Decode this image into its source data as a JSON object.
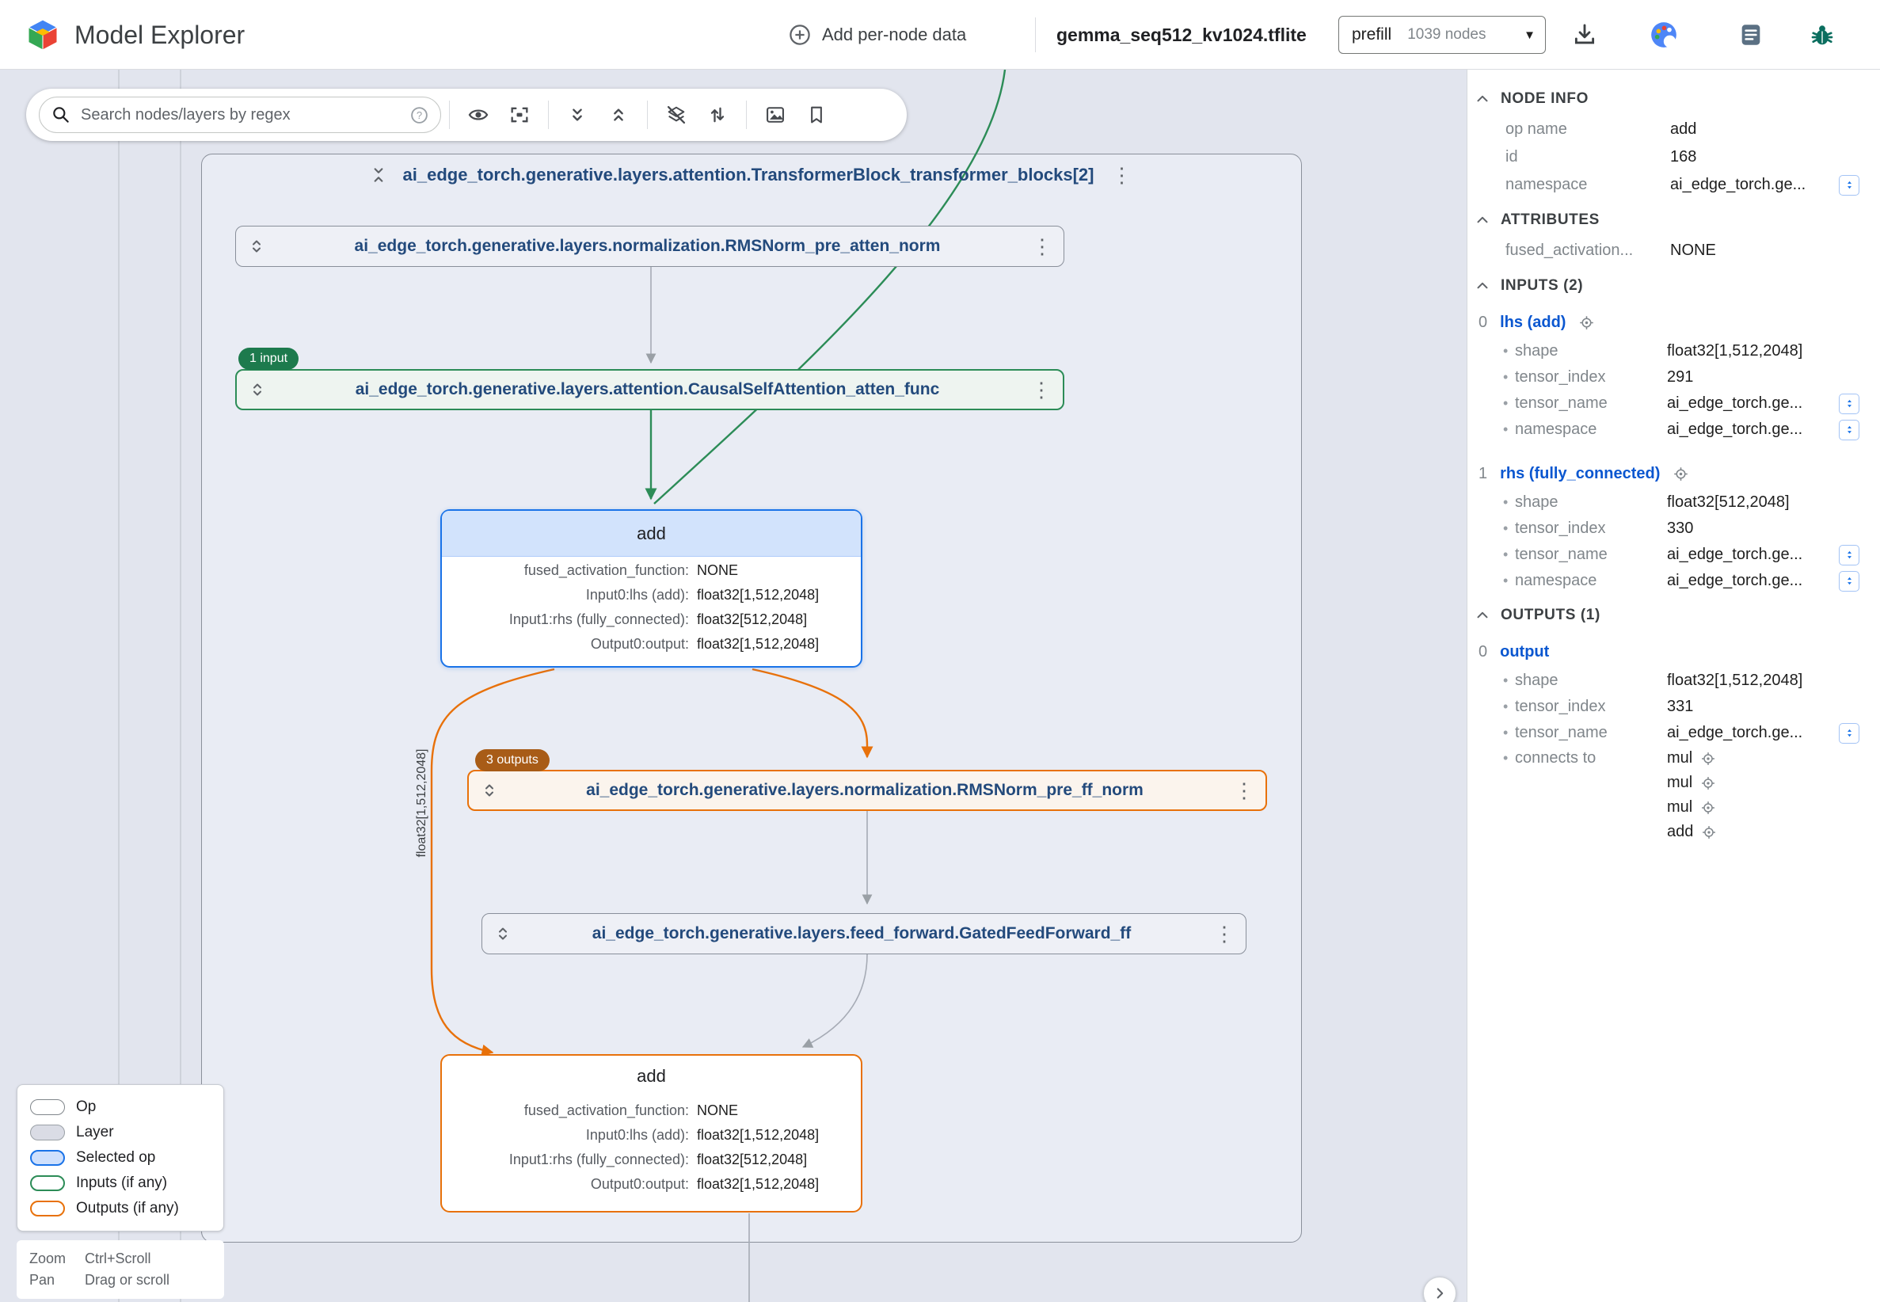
{
  "topbar": {
    "app_title": "Model Explorer",
    "add_per_node_data_label": "Add per-node data",
    "model_name": "gemma_seq512_kv1024.tflite",
    "graph_select": {
      "graph_label": "prefill",
      "nodes_label": "1039 nodes"
    }
  },
  "canvas_toolbar": {
    "search_placeholder": "Search nodes/layers by regex"
  },
  "graph": {
    "transformer_block_title": "ai_edge_torch.generative.layers.attention.TransformerBlock_transformer_blocks[2]",
    "pre_atten_norm_title": "ai_edge_torch.generative.layers.normalization.RMSNorm_pre_atten_norm",
    "atten_func_title": "ai_edge_torch.generative.layers.attention.CausalSelfAttention_atten_func",
    "pre_ff_norm_title": "ai_edge_torch.generative.layers.normalization.RMSNorm_pre_ff_norm",
    "feed_forward_title": "ai_edge_torch.generative.layers.feed_forward.GatedFeedForward_ff",
    "input_badge": "1 input",
    "outputs_badge": "3 outputs",
    "edge_label": "float32[1,512,2048]",
    "add_selected": {
      "title": "add",
      "attrs": [
        {
          "k": "fused_activation_function:",
          "v": "NONE"
        },
        {
          "k": "Input0:lhs (add):",
          "v": "float32[1,512,2048]"
        },
        {
          "k": "Input1:rhs (fully_connected):",
          "v": "float32[512,2048]"
        },
        {
          "k": "Output0:output:",
          "v": "float32[1,512,2048]"
        }
      ]
    },
    "add_output": {
      "title": "add",
      "attrs": [
        {
          "k": "fused_activation_function:",
          "v": "NONE"
        },
        {
          "k": "Input0:lhs (add):",
          "v": "float32[1,512,2048]"
        },
        {
          "k": "Input1:rhs (fully_connected):",
          "v": "float32[512,2048]"
        },
        {
          "k": "Output0:output:",
          "v": "float32[1,512,2048]"
        }
      ]
    }
  },
  "legend": {
    "items": [
      {
        "label": "Op"
      },
      {
        "label": "Layer"
      },
      {
        "label": "Selected op"
      },
      {
        "label": "Inputs (if any)"
      },
      {
        "label": "Outputs (if any)"
      }
    ],
    "hints": [
      {
        "label": "Zoom",
        "value": "Ctrl+Scroll"
      },
      {
        "label": "Pan",
        "value": "Drag or scroll"
      }
    ]
  },
  "panel": {
    "node_info": {
      "title": "NODE INFO",
      "rows": [
        {
          "label": "op name",
          "value": "add"
        },
        {
          "label": "id",
          "value": "168"
        },
        {
          "label": "namespace",
          "value": "ai_edge_torch.ge..."
        }
      ]
    },
    "attributes": {
      "title": "ATTRIBUTES",
      "rows": [
        {
          "label": "fused_activation...",
          "value": "NONE"
        }
      ]
    },
    "inputs": {
      "title": "INPUTS (2)",
      "items": [
        {
          "index": "0",
          "name": "lhs (add)",
          "rows": [
            {
              "label": "shape",
              "value": "float32[1,512,2048]"
            },
            {
              "label": "tensor_index",
              "value": "291"
            },
            {
              "label": "tensor_name",
              "value": "ai_edge_torch.ge..."
            },
            {
              "label": "namespace",
              "value": "ai_edge_torch.ge..."
            }
          ]
        },
        {
          "index": "1",
          "name": "rhs (fully_connected)",
          "rows": [
            {
              "label": "shape",
              "value": "float32[512,2048]"
            },
            {
              "label": "tensor_index",
              "value": "330"
            },
            {
              "label": "tensor_name",
              "value": "ai_edge_torch.ge..."
            },
            {
              "label": "namespace",
              "value": "ai_edge_torch.ge..."
            }
          ]
        }
      ]
    },
    "outputs": {
      "title": "OUTPUTS (1)",
      "items": [
        {
          "index": "0",
          "name": "output",
          "rows": [
            {
              "label": "shape",
              "value": "float32[1,512,2048]"
            },
            {
              "label": "tensor_index",
              "value": "331"
            },
            {
              "label": "tensor_name",
              "value": "ai_edge_torch.ge..."
            }
          ],
          "connects_to_label": "connects to",
          "connects_to": [
            "mul",
            "mul",
            "mul",
            "add"
          ]
        }
      ]
    }
  },
  "colors": {
    "selected_blue": "#1a73e8",
    "input_green": "#2c8c57",
    "output_orange": "#e8710a",
    "canvas_bg": "#e2e5ee"
  }
}
